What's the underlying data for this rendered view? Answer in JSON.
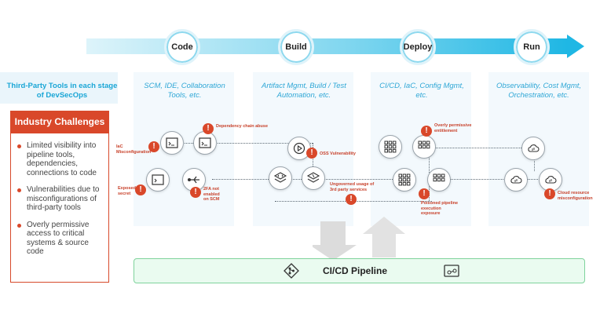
{
  "stages": [
    "Code",
    "Build",
    "Deploy",
    "Run"
  ],
  "tools_title": "Third-Party Tools in each stage of DevSecOps",
  "columns": [
    "SCM, IDE, Collaboration Tools, etc.",
    "Artifact Mgmt, Build / Test Automation, etc.",
    "CI/CD, IaC, Config Mgmt, etc.",
    "Observability, Cost Mgmt, Orchestration, etc."
  ],
  "challenges": {
    "title": "Industry Challenges",
    "items": [
      "Limited visibility into pipeline tools, dependencies, connections to code",
      "Vulnerabilities due to misconfigurations of third-party tools",
      "Overly permissive access to critical systems & source code"
    ]
  },
  "risks": {
    "iac_misconfig": "IaC Misconfiguration",
    "dependency_chain": "Dependency chain abuse",
    "exposed_secret": "Exposed secret",
    "no_2fa": "2FA not enabled on SCM",
    "oss_vuln": "OSS Vulnerability",
    "ungoverned": "Ungoverned usage of 3rd party services",
    "overly_permissive": "Overly permissive entitlement",
    "poisoned_pipeline": "Poisoned pipeline execution exposure",
    "cloud_misconfig": "Cloud resource misconfiguration"
  },
  "pipeline": {
    "label": "CI/CD Pipeline"
  },
  "colors": {
    "accent": "#1fb7e4",
    "alert": "#d9482a",
    "pipeline": "#7fd39c"
  }
}
